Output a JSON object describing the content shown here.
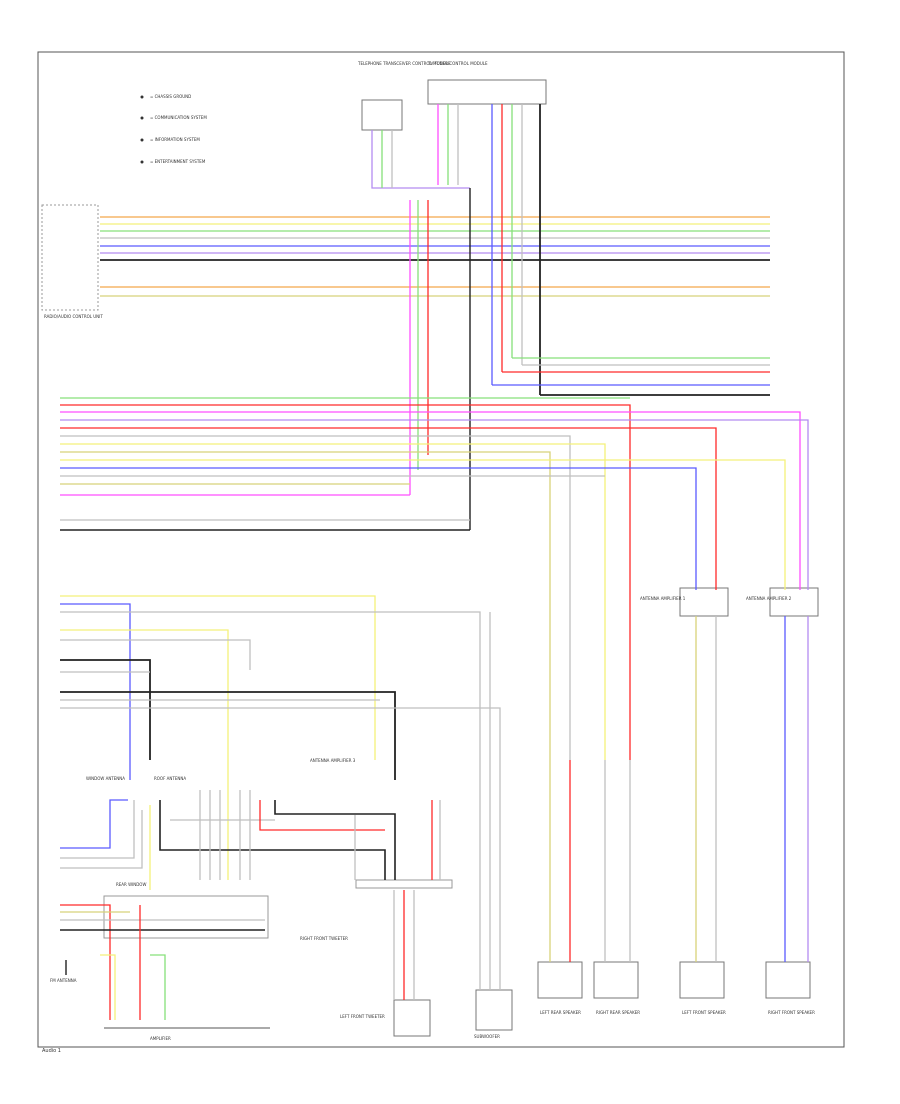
{
  "legend": [
    {
      "label": "= CHASSIS GROUND"
    },
    {
      "label": "= COMMUNICATION SYSTEM"
    },
    {
      "label": "= INFORMATION SYSTEM"
    },
    {
      "label": "= ENTERTAINMENT SYSTEM"
    }
  ],
  "components": [
    {
      "id": "head-unit",
      "label": "RADIO/AUDIO CONTROL UNIT"
    },
    {
      "id": "telephone-module",
      "label": "TELEPHONE TRANSCEIVER CONTROL MODULE"
    },
    {
      "id": "tv-module",
      "label": "TV TUNER CONTROL MODULE"
    },
    {
      "id": "antenna-amp-1",
      "label": "ANTENNA AMPLIFIER 1"
    },
    {
      "id": "antenna-amp-2",
      "label": "ANTENNA AMPLIFIER 2"
    },
    {
      "id": "antenna-amp-3",
      "label": "ANTENNA AMPLIFIER 3"
    },
    {
      "id": "window-antenna",
      "label": "WINDOW ANTENNA"
    },
    {
      "id": "roof-antenna",
      "label": "ROOF ANTENNA"
    },
    {
      "id": "fm-antenna",
      "label": "FM ANTENNA"
    },
    {
      "id": "amplifier-lower",
      "label": "AMPLIFIER"
    },
    {
      "id": "lf-tweeter",
      "label": "LEFT FRONT TWEETER"
    },
    {
      "id": "rf-tweeter",
      "label": "RIGHT FRONT TWEETER"
    },
    {
      "id": "subwoofer",
      "label": "SUBWOOFER"
    },
    {
      "id": "lr-speaker",
      "label": "LEFT REAR SPEAKER"
    },
    {
      "id": "rr-speaker",
      "label": "RIGHT REAR SPEAKER"
    },
    {
      "id": "lf-speaker",
      "label": "LEFT FRONT SPEAKER"
    },
    {
      "id": "rf-speaker",
      "label": "RIGHT FRONT SPEAKER"
    },
    {
      "id": "rear-window",
      "label": "REAR WINDOW"
    }
  ],
  "colors": {
    "red": "#ff2a2a",
    "orange": "#f4a64a",
    "yellow": "#f4f07a",
    "green": "#86e07a",
    "blue": "#5a5aff",
    "violet": "#b48cf0",
    "pink": "#ff4fff",
    "black": "#222222",
    "grey": "#bfbfbf",
    "tan": "#d8d27a",
    "frame": "#555555"
  },
  "footer": {
    "code": "Audio 1"
  }
}
